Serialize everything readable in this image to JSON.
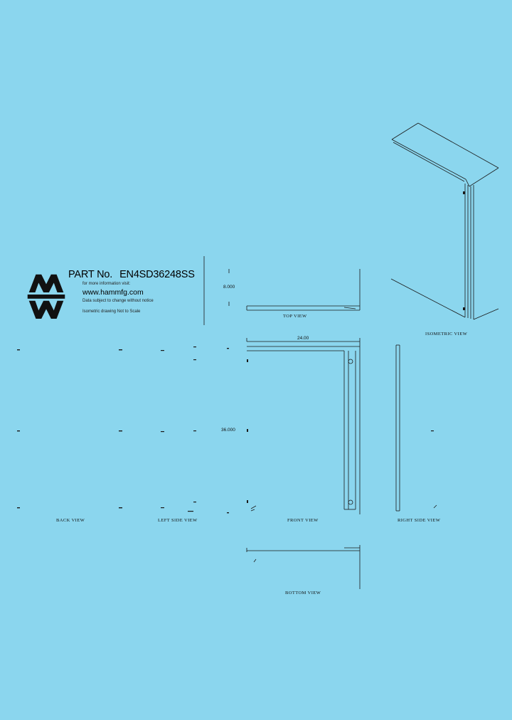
{
  "title_block": {
    "part_label": "PART No.",
    "part_number": "EN4SD36248SS",
    "info_line": "for more information visit:",
    "url": "www.hammfg.com",
    "notice": "Data subject to change without notice",
    "scale_note": "Isometric drawing Not to Scale"
  },
  "views": {
    "top": "TOP VIEW",
    "isometric": "ISOMETRIC VIEW",
    "back": "BACK VIEW",
    "left_side": "LEFT SIDE VIEW",
    "front": "FRONT VIEW",
    "right_side": "RIGHT SIDE VIEW",
    "bottom": "BOTTOM VIEW"
  },
  "dimensions": {
    "depth": "8.000",
    "width": "24.00",
    "height": "36.000"
  },
  "colors": {
    "background": "#8bd6ee",
    "line": "#1a1a1a"
  },
  "icons": [
    "hammond-logo-icon"
  ]
}
